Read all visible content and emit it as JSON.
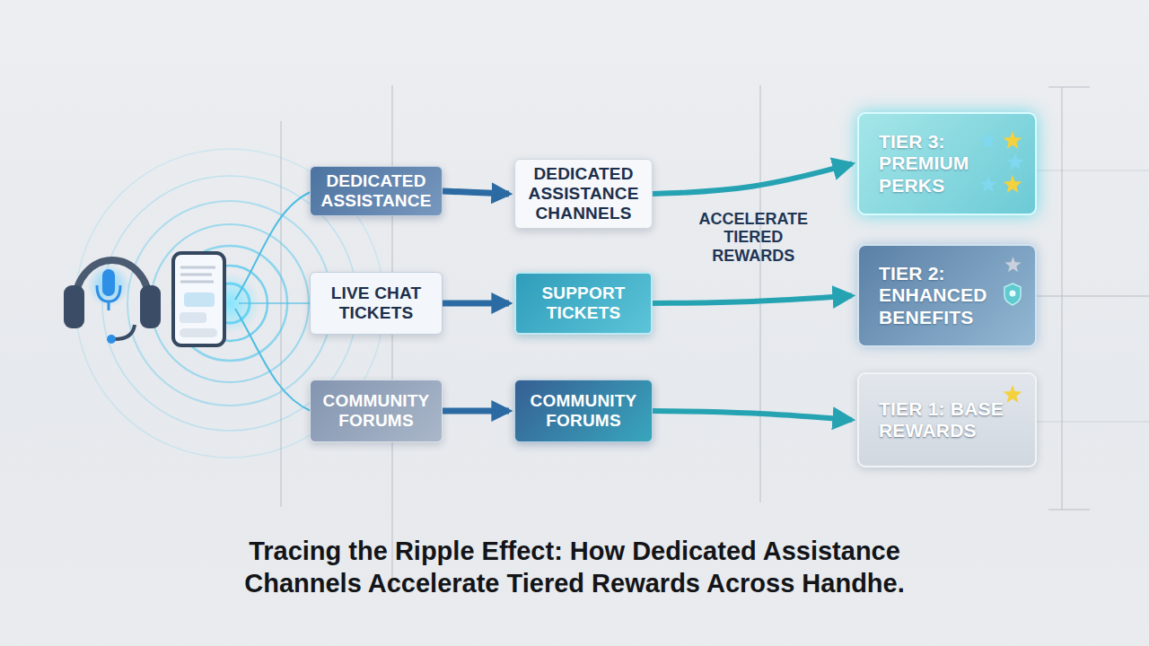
{
  "diagram": {
    "caption": "Tracing the Ripple Effect: How Dedicated Assistance Channels Accelerate Tiered Rewards Across Handhe.",
    "nodes": [
      {
        "text": [
          "DEDICATED ASSISTANCE"
        ]
      },
      {
        "text": [
          "LIVE CHAT TICKETS"
        ]
      },
      {
        "text": [
          "COMMUNITY FORUMS"
        ]
      },
      {
        "text": [
          "DEDICATED ASSISTANCE CHANNELS"
        ]
      },
      {
        "text": [
          "SUPPORT TICKETS"
        ]
      },
      {
        "text": [
          "COMMUNITY FORUMS"
        ]
      },
      {
        "text": [
          "TIER 3: PREMIUM PERKS"
        ]
      },
      {
        "text": [
          "TIER 2: ENHANCED BENEFITS"
        ]
      },
      {
        "text": [
          "TIER 1: BASE REWARDS"
        ]
      }
    ],
    "edges": [
      {
        "from": 0,
        "to": 3,
        "arrow": "to"
      },
      {
        "from": 1,
        "to": 4,
        "arrow": "to"
      },
      {
        "from": 2,
        "to": 5,
        "arrow": "to"
      },
      {
        "from": 3,
        "to": 6,
        "label": "ACCELERATE TIERED REWARDS",
        "arrow": "to"
      },
      {
        "from": 4,
        "to": 7,
        "arrow": "to"
      },
      {
        "from": 5,
        "to": 8,
        "arrow": "to"
      }
    ]
  }
}
